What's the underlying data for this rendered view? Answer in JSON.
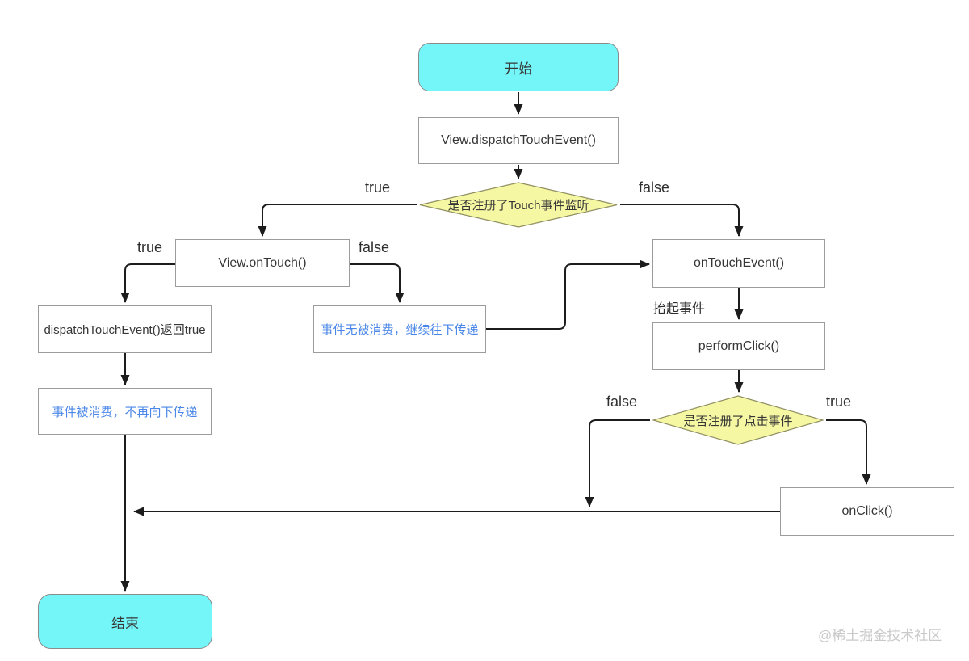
{
  "diagram": {
    "type": "flowchart",
    "subject": "View touch event dispatch flow",
    "watermark": "@稀土掘金技术社区"
  },
  "colors": {
    "terminal_fill": "#74F6F9",
    "terminal_border": "#8b8b8b",
    "process_fill": "#ffffff",
    "process_border": "#9c9c9c",
    "decision_fill": "#F6F7A3",
    "decision_border": "#8f8f62",
    "line": "#1c1c1c",
    "text": "#363636",
    "note_text": "#4a87e8",
    "watermark_text": "#c9c9c9"
  },
  "nodes": {
    "start": {
      "label": "开始",
      "type": "terminal"
    },
    "dispatch": {
      "label": "View.dispatchTouchEvent()",
      "type": "process"
    },
    "decision1": {
      "label": "是否注册了Touch事件监听",
      "type": "decision"
    },
    "ontouch": {
      "label": "View.onTouch()",
      "type": "process"
    },
    "returntrue": {
      "label": "dispatchTouchEvent()返回true",
      "type": "process"
    },
    "notconsumed": {
      "label": "事件无被消费，继续往下传递",
      "type": "note"
    },
    "consumed": {
      "label": "事件被消费，不再向下传递",
      "type": "note"
    },
    "ontouchevent": {
      "label": "onTouchEvent()",
      "type": "process"
    },
    "performclick": {
      "label": "performClick()",
      "type": "process"
    },
    "decision2": {
      "label": "是否注册了点击事件",
      "type": "decision"
    },
    "onclick": {
      "label": "onClick()",
      "type": "process"
    },
    "end": {
      "label": "结束",
      "type": "terminal"
    }
  },
  "edge_labels": {
    "decision1_true": "true",
    "decision1_false": "false",
    "ontouch_true": "true",
    "ontouch_false": "false",
    "lift_event": "抬起事件",
    "decision2_false": "false",
    "decision2_true": "true"
  },
  "edges": [
    {
      "from": "start",
      "to": "dispatch"
    },
    {
      "from": "dispatch",
      "to": "decision1"
    },
    {
      "from": "decision1",
      "to": "ontouch",
      "label": "true"
    },
    {
      "from": "decision1",
      "to": "ontouchevent",
      "label": "false"
    },
    {
      "from": "ontouch",
      "to": "returntrue",
      "label": "true"
    },
    {
      "from": "ontouch",
      "to": "notconsumed",
      "label": "false"
    },
    {
      "from": "returntrue",
      "to": "consumed"
    },
    {
      "from": "notconsumed",
      "to": "ontouchevent"
    },
    {
      "from": "ontouchevent",
      "to": "performclick",
      "label": "抬起事件"
    },
    {
      "from": "performclick",
      "to": "decision2"
    },
    {
      "from": "decision2",
      "to": "merge-line",
      "label": "false"
    },
    {
      "from": "decision2",
      "to": "onclick",
      "label": "true"
    },
    {
      "from": "onclick",
      "to": "end"
    },
    {
      "from": "consumed",
      "to": "end"
    }
  ]
}
